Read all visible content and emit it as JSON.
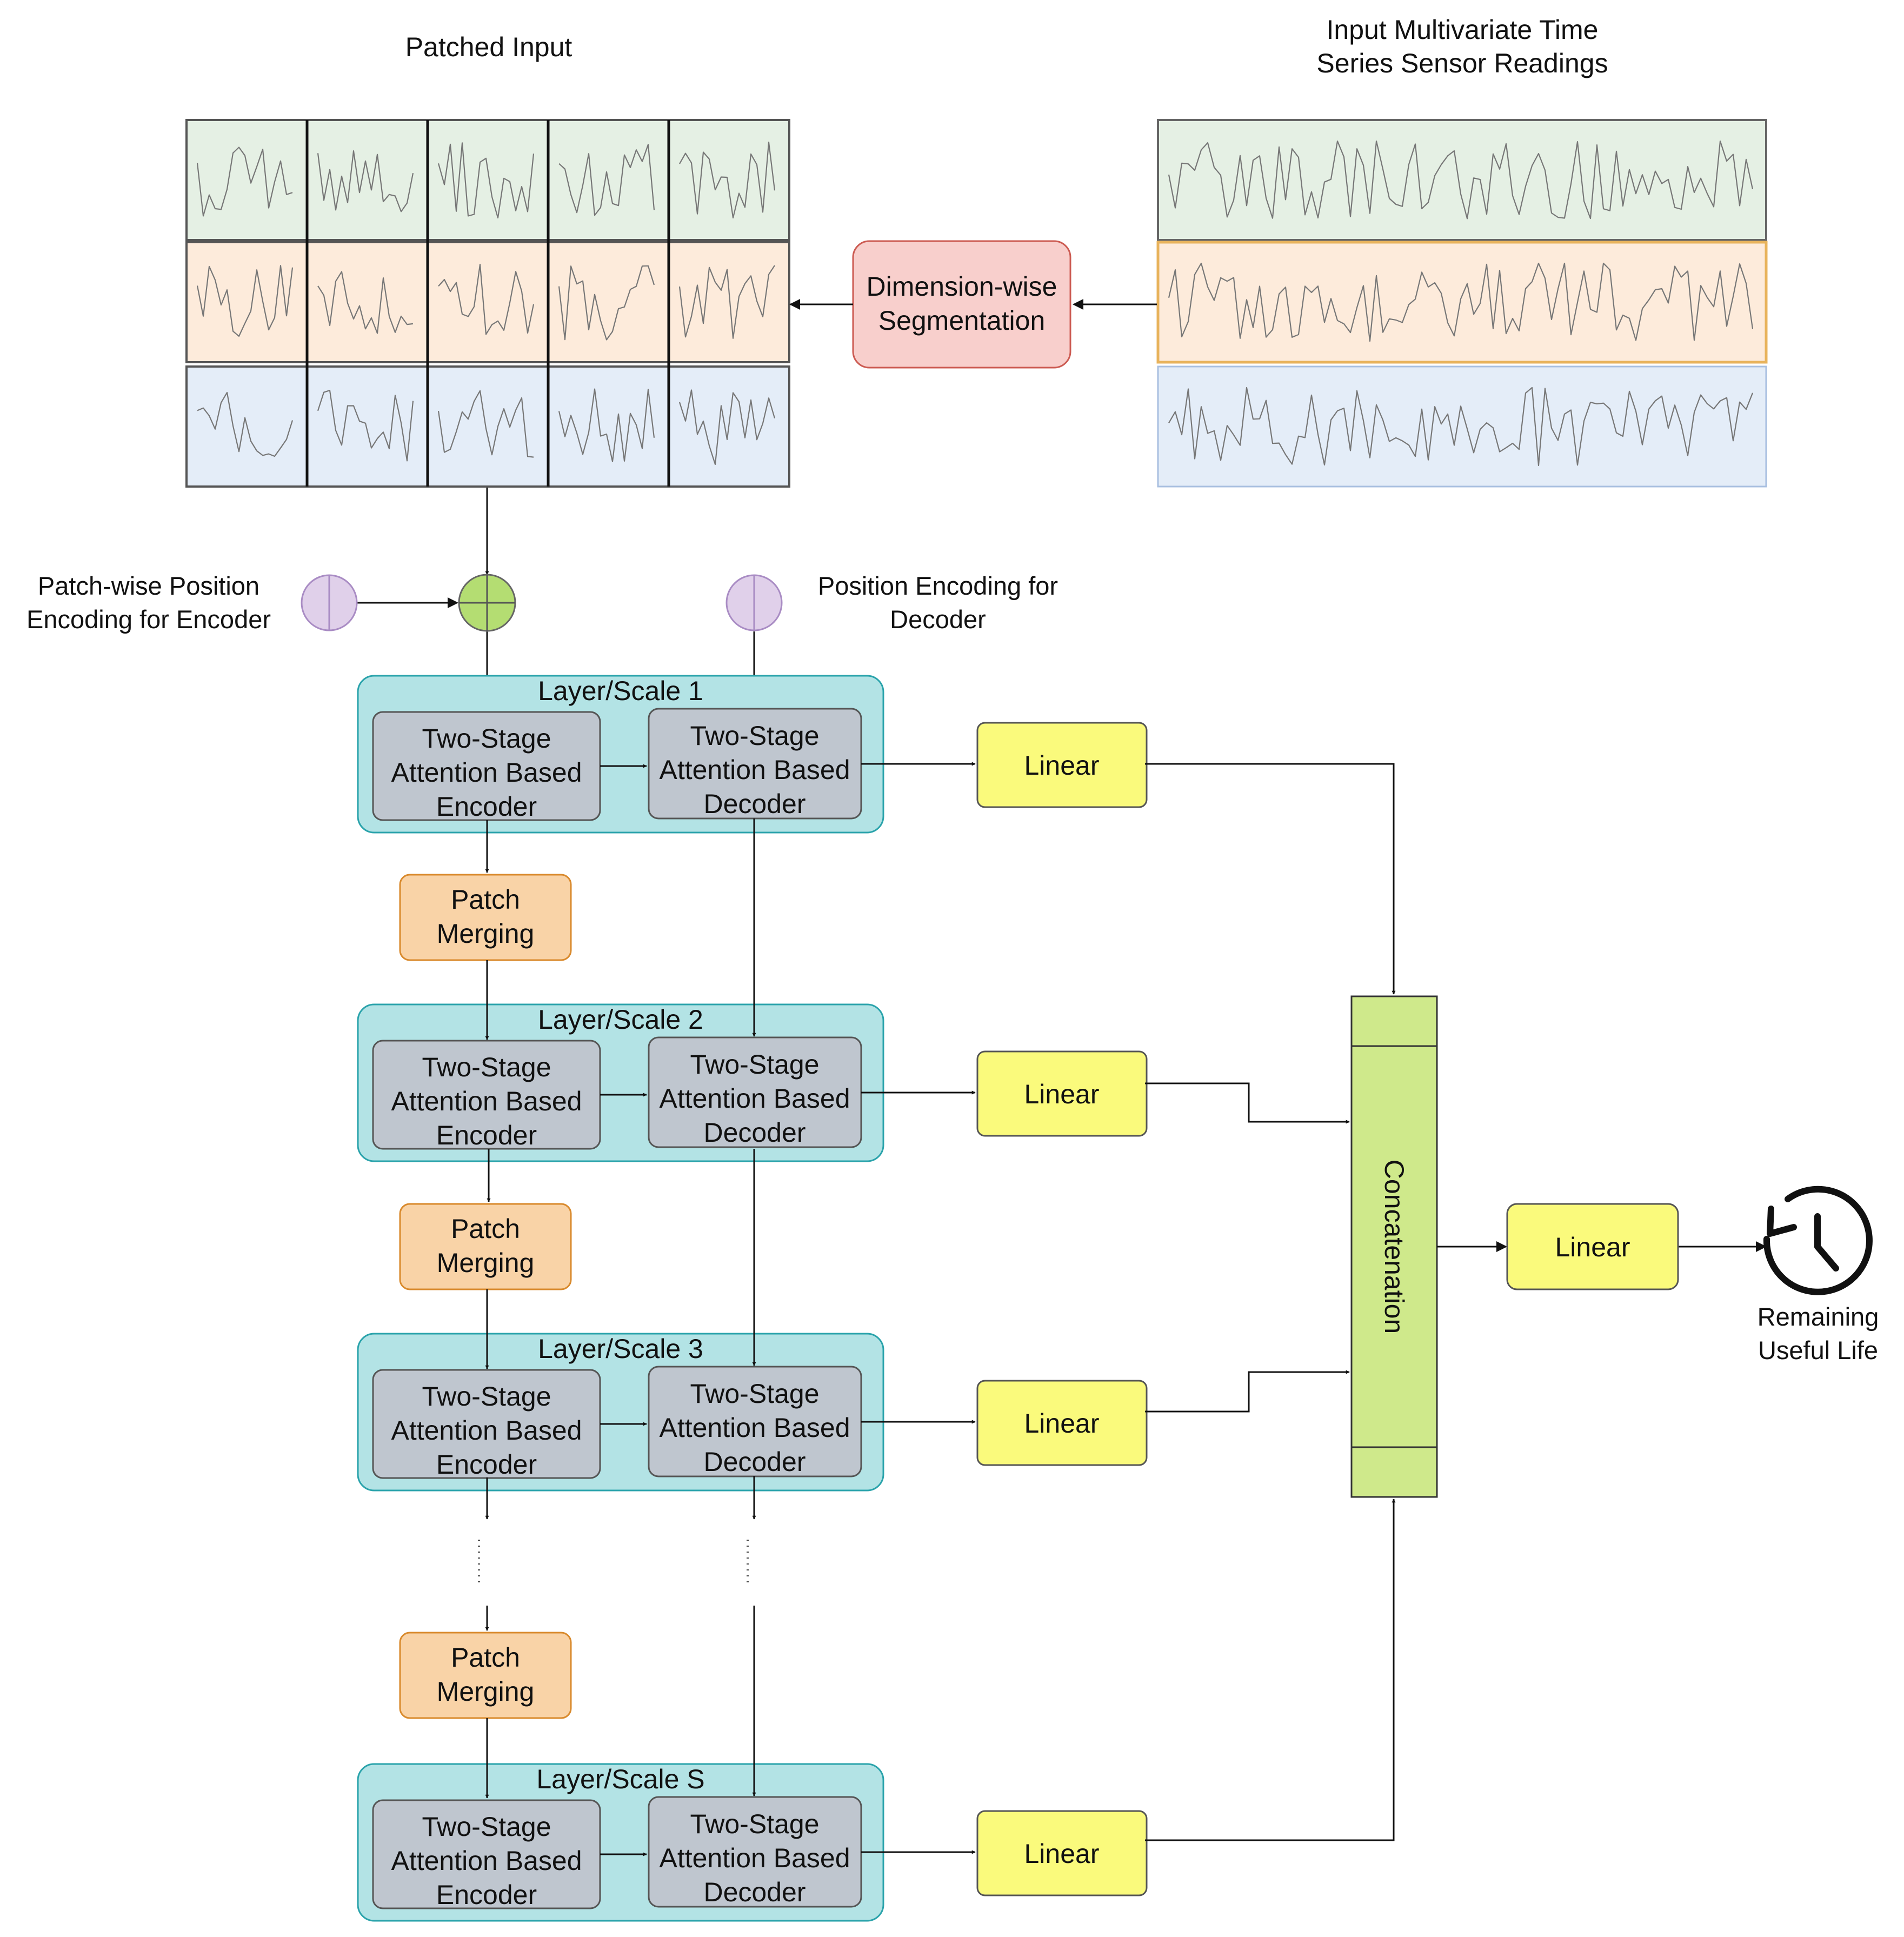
{
  "titles": {
    "patched_input": "Patched Input",
    "input_series_line1": "Input Multivariate Time",
    "input_series_line2": "Series Sensor Readings"
  },
  "segmentation": {
    "line1": "Dimension-wise",
    "line2": "Segmentation"
  },
  "position_encoding": {
    "encoder_line1": "Patch-wise Position",
    "encoder_line2": "Encoding for Encoder",
    "decoder_line1": "Position Encoding for",
    "decoder_line2": "Decoder"
  },
  "layers": [
    {
      "title": "Layer/Scale 1"
    },
    {
      "title": "Layer/Scale 2"
    },
    {
      "title": "Layer/Scale 3"
    },
    {
      "title": "Layer/Scale S"
    }
  ],
  "encoder_lines": [
    "Two-Stage",
    "Attention Based",
    "Encoder"
  ],
  "decoder_lines": [
    "Two-Stage",
    "Attention Based",
    "Decoder"
  ],
  "patch_merging_lines": [
    "Patch",
    "Merging"
  ],
  "linear_label": "Linear",
  "concatenation_label": "Concatenation",
  "output": {
    "line1": "Remaining",
    "line2": "Useful Life"
  },
  "colors": {
    "row_green": "#e5f0e4",
    "row_orange": "#fdebdb",
    "row_blue": "#e4edf8",
    "segmentation_fill": "#f8cfcc",
    "segmentation_stroke": "#cc5b52",
    "layer_fill": "#b3e3e5",
    "layer_stroke": "#2aa3ab",
    "block_fill": "#bfc6cf",
    "patch_merging_fill": "#f9d3a7",
    "patch_merging_stroke": "#d98a2d",
    "linear_fill": "#fafa7c",
    "concat_fill": "#cfe98b",
    "adder_fill": "#b4dd72",
    "pe_fill": "#e0d0ea"
  }
}
